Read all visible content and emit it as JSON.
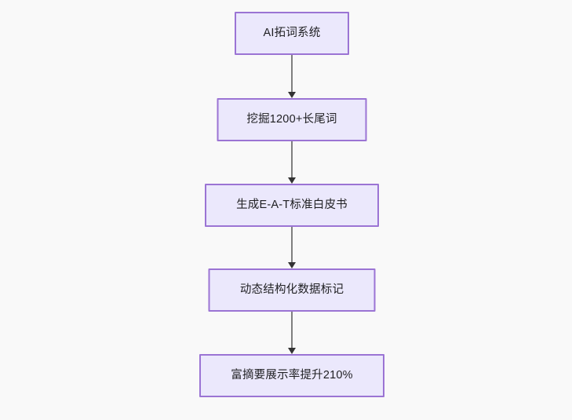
{
  "diagram": {
    "type": "flowchart",
    "direction": "top-to-bottom",
    "background_color": "#f9f9f9",
    "node_fill_color": "#ebe8fc",
    "node_border_color": "#9b74d4",
    "node_text_color": "#1f1f22",
    "connector_color": "#7f7f7f",
    "arrowhead_color": "#333333",
    "nodes": [
      {
        "id": "n0",
        "label": "AI拓词系统"
      },
      {
        "id": "n1",
        "label": "挖掘1200+长尾词"
      },
      {
        "id": "n2",
        "label": "生成E-A-T标准白皮书"
      },
      {
        "id": "n3",
        "label": "动态结构化数据标记"
      },
      {
        "id": "n4",
        "label": "富摘要展示率提升210%"
      }
    ],
    "edges": [
      {
        "from": "n0",
        "to": "n1",
        "label": ""
      },
      {
        "from": "n1",
        "to": "n2",
        "label": ""
      },
      {
        "from": "n2",
        "to": "n3",
        "label": ""
      },
      {
        "from": "n3",
        "to": "n4",
        "label": ""
      }
    ]
  }
}
